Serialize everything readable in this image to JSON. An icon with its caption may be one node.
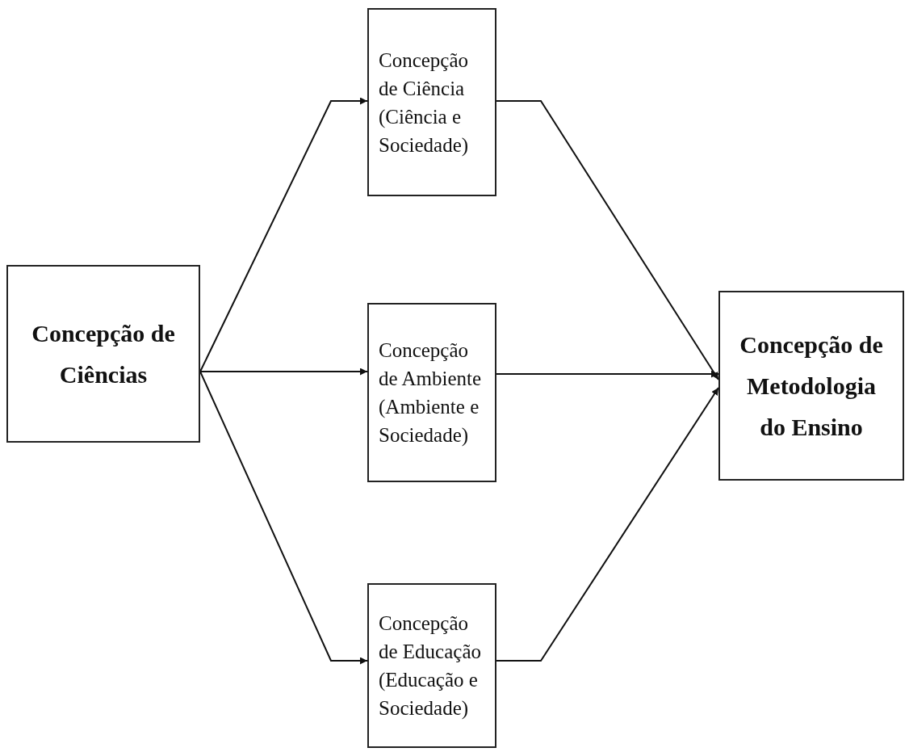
{
  "diagram": {
    "nodes": [
      {
        "text": [
          "Concepção de Ciências"
        ]
      },
      {
        "text": [
          "Concepção de Ciência (Ciência e Sociedade)"
        ]
      },
      {
        "text": [
          "Concepção de Ambiente (Ambiente e Sociedade)"
        ]
      },
      {
        "text": [
          "Concepção de Educação (Educação e Sociedade)"
        ]
      },
      {
        "text": [
          "Concepção de Metodologia do Ensino"
        ]
      }
    ],
    "edges": [
      {
        "from": 0,
        "to": 1,
        "arrow": "to"
      },
      {
        "from": 0,
        "to": 2,
        "arrow": "to"
      },
      {
        "from": 0,
        "to": 3,
        "arrow": "to"
      },
      {
        "from": 1,
        "to": 4,
        "arrow": "to"
      },
      {
        "from": 2,
        "to": 4,
        "arrow": "to"
      },
      {
        "from": 3,
        "to": 4,
        "arrow": "to"
      }
    ]
  }
}
